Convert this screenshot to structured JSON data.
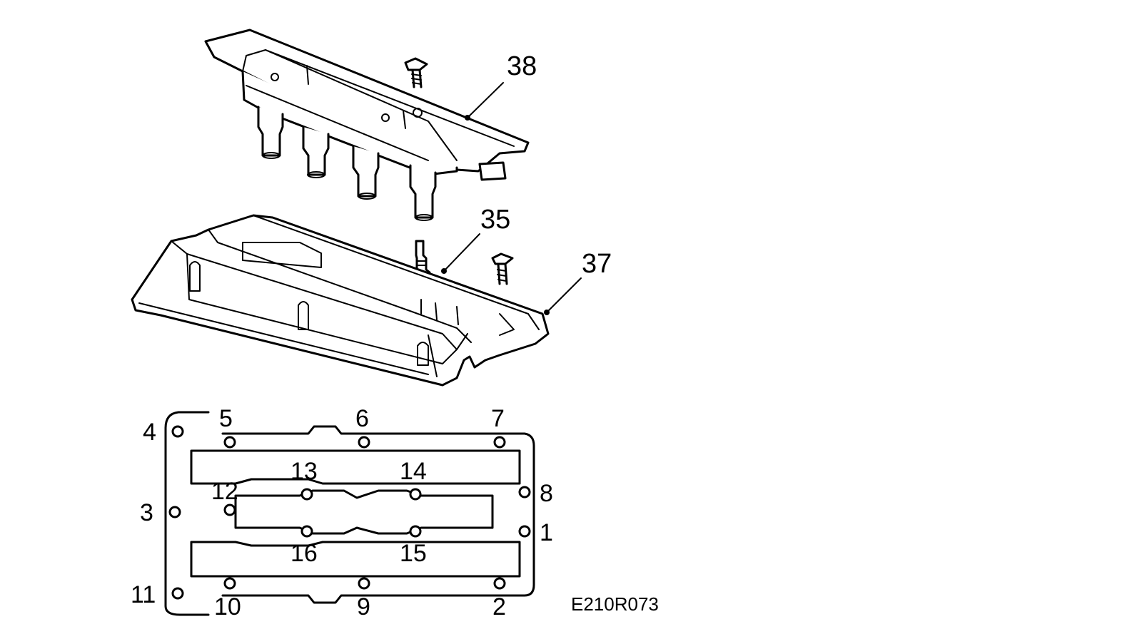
{
  "part_labels": {
    "coil_cassette": "38",
    "spark_plug": "35",
    "valve_cover": "37"
  },
  "bolt_numbers": [
    "1",
    "2",
    "3",
    "4",
    "5",
    "6",
    "7",
    "8",
    "9",
    "10",
    "11",
    "12",
    "13",
    "14",
    "15",
    "16"
  ],
  "drawing_code": "E210R073",
  "colors": {
    "ink": "#000000",
    "paper": "#ffffff"
  }
}
